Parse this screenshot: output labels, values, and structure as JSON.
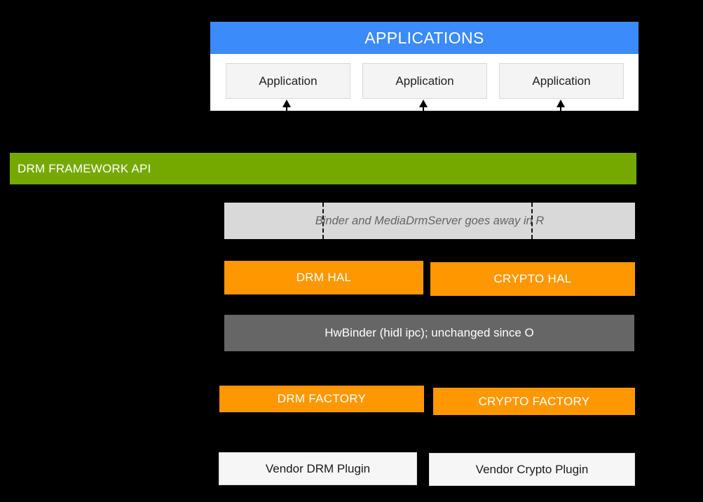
{
  "diagram": {
    "title": "Android DRM / Crypto HAL architecture",
    "colors": {
      "background": "#000000",
      "applications_header": "#3b8bfb",
      "framework_bar": "#76a900",
      "hal_block": "#ff9800",
      "binder_band": "#d9d9d9",
      "hwbinder_bar": "#666666",
      "app_box": "#f4f4f4",
      "vendor_box": "#f6f6f6"
    }
  },
  "applications": {
    "header": "APPLICATIONS",
    "items": [
      {
        "label": "Application"
      },
      {
        "label": "Application"
      },
      {
        "label": "Application"
      }
    ]
  },
  "framework": {
    "label": "DRM FRAMEWORK API"
  },
  "binder": {
    "note": "Binder and MediaDrmServer  goes away in R"
  },
  "hal": {
    "drm": "DRM HAL",
    "crypto": "CRYPTO HAL"
  },
  "hwbinder": {
    "label": "HwBinder (hidl ipc); unchanged since O"
  },
  "factory": {
    "drm": "DRM FACTORY",
    "crypto": "CRYPTO FACTORY"
  },
  "vendor": {
    "drm": "Vendor DRM Plugin",
    "crypto": "Vendor Crypto Plugin"
  }
}
